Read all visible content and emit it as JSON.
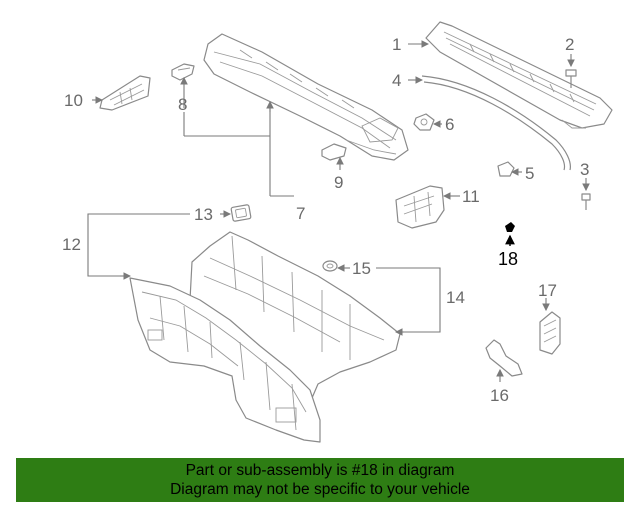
{
  "callouts": {
    "c1": "1",
    "c2": "2",
    "c3": "3",
    "c4": "4",
    "c5": "5",
    "c6": "6",
    "c7": "7",
    "c8": "8",
    "c9": "9",
    "c10": "10",
    "c11": "11",
    "c12": "12",
    "c13": "13",
    "c14": "14",
    "c15": "15",
    "c16": "16",
    "c17": "17",
    "c18": "18"
  },
  "highlighted_callout": "18",
  "banner": {
    "line1": "Part or sub-assembly is #18 in diagram",
    "line2": "Diagram may not be specific to your vehicle"
  },
  "colors": {
    "banner_bg": "#2e7d14",
    "line_art": "#8a8a8a",
    "highlight": "#000000"
  }
}
